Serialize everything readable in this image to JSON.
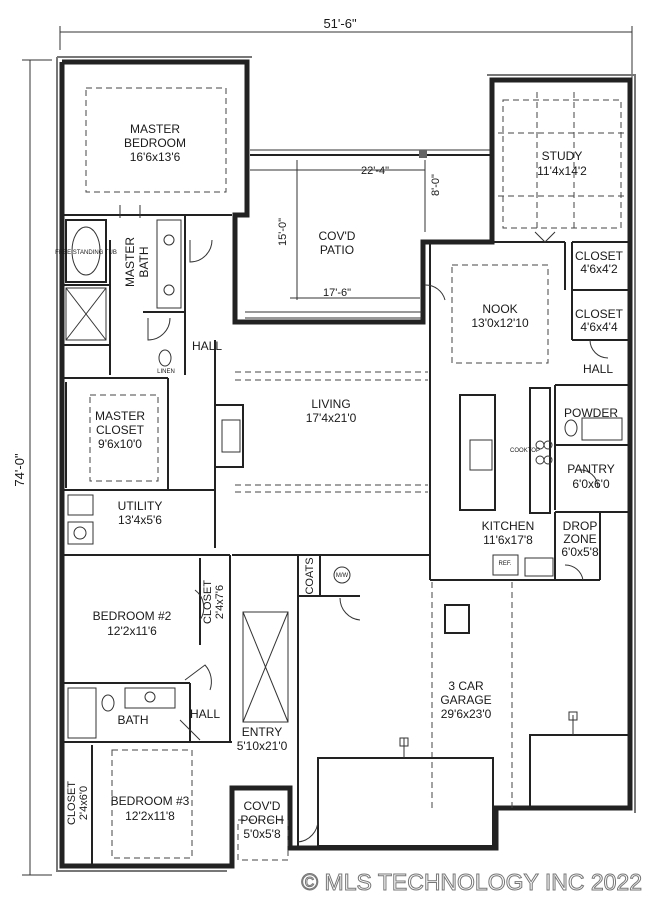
{
  "dimensions": {
    "width": "51'-6\"",
    "depth": "74'-0\""
  },
  "rooms": {
    "master_bedroom": {
      "name1": "MASTER",
      "name2": "BEDROOM",
      "size": "16'6x13'6"
    },
    "study": {
      "name": "STUDY",
      "size": "11'4x14'2"
    },
    "patio": {
      "name1": "COV'D",
      "name2": "PATIO",
      "dim_width": "22'-4\"",
      "dim_depth": "15'-0\"",
      "dim_inner": "17'-6\"",
      "dim_side": "8'-0\""
    },
    "master_bath": {
      "name1": "MASTER",
      "name2": "BATH"
    },
    "hall_master": {
      "name": "HALL"
    },
    "closet_a": {
      "name": "CLOSET",
      "size": "4'6x4'2"
    },
    "closet_b": {
      "name": "CLOSET",
      "size": "4'6x4'4"
    },
    "nook": {
      "name": "NOOK",
      "size": "13'0x12'10"
    },
    "hall_right": {
      "name": "HALL"
    },
    "master_closet": {
      "name1": "MASTER",
      "name2": "CLOSET",
      "size": "9'6x10'0"
    },
    "living": {
      "name": "LIVING",
      "size": "17'4x21'0"
    },
    "powder": {
      "name": "POWDER"
    },
    "pantry": {
      "name": "PANTRY",
      "size": "6'0x6'0"
    },
    "utility": {
      "name": "UTILITY",
      "size": "13'4x5'6"
    },
    "kitchen": {
      "name": "KITCHEN",
      "size": "11'6x17'8"
    },
    "drop_zone": {
      "name1": "DROP",
      "name2": "ZONE",
      "size": "6'0x5'8"
    },
    "coats": {
      "name": "COATS"
    },
    "bedroom2": {
      "name": "BEDROOM #2",
      "size": "12'2x11'6"
    },
    "closet_bed2": {
      "name": "CLOSET",
      "size": "2'4x7'6"
    },
    "garage": {
      "name1": "3 CAR",
      "name2": "GARAGE",
      "size": "29'6x23'0"
    },
    "bath": {
      "name": "BATH"
    },
    "hall_bath": {
      "name": "HALL"
    },
    "entry": {
      "name": "ENTRY",
      "size": "5'10x21'0"
    },
    "closet_bed3": {
      "name": "CLOSET",
      "size": "2'4x6'0"
    },
    "bedroom3": {
      "name": "BEDROOM #3",
      "size": "12'2x11'8"
    },
    "porch": {
      "name1": "COV'D",
      "name2": "PORCH",
      "size": "5'0x5'8"
    }
  },
  "fixtures": {
    "ref": "REF.",
    "tub_note": "FREE STANDING TUB",
    "linen": "LINEN",
    "mw": "M/W",
    "cooktop": "COOKTOP"
  },
  "watermark": "© MLS TECHNOLOGY INC 2022",
  "colors": {
    "wall": "#222222",
    "line": "#333333",
    "background": "#ffffff"
  }
}
